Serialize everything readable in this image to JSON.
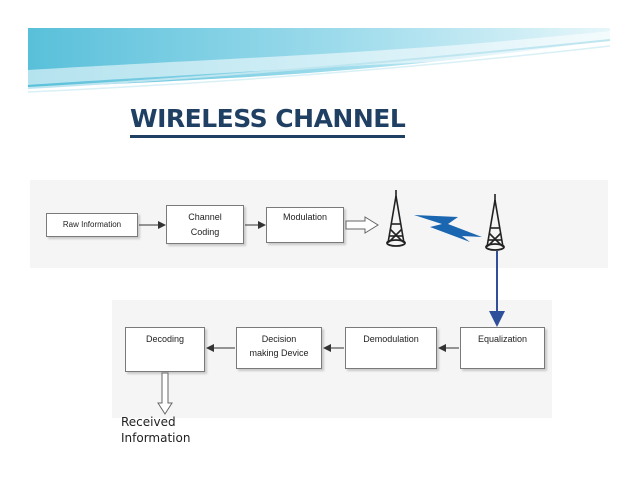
{
  "slide": {
    "title": "WIRELESS CHANNEL"
  },
  "diagram": {
    "transmitter_chain": {
      "raw_information": "Raw Information",
      "channel_coding_line1": "Channel",
      "channel_coding_line2": "Coding",
      "modulation": "Modulation"
    },
    "receiver_chain": {
      "equalization": "Equalization",
      "demodulation": "Demodulation",
      "decision_line1": "Decision",
      "decision_line2": "making Device",
      "decoding": "Decoding"
    },
    "output": {
      "line1": "Received",
      "line2": "Information"
    }
  },
  "colors": {
    "title": "#1f3f63",
    "link": "#1b66b0",
    "banner": "#5fc3dc",
    "vertical_link": "#2f4f9a"
  },
  "icons": [
    "transmit-antenna-icon",
    "receive-antenna-icon",
    "wireless-link-icon"
  ]
}
